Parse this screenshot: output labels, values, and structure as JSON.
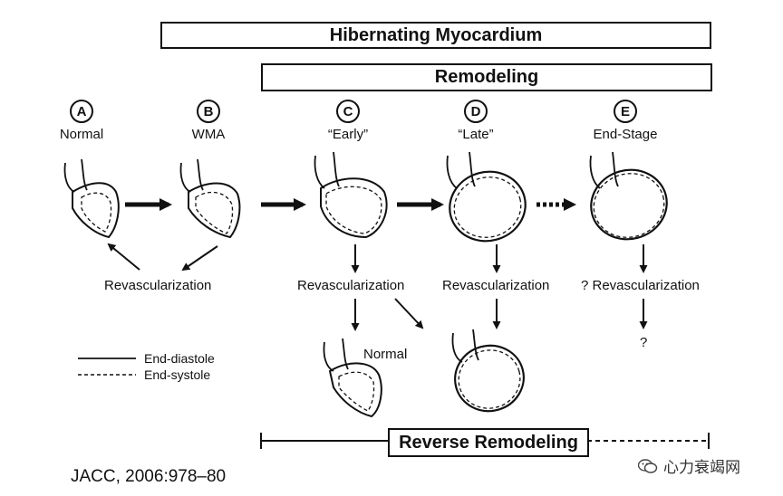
{
  "banners": {
    "hibernating": "Hibernating Myocardium",
    "remodeling": "Remodeling",
    "reverse_remodeling": "Reverse Remodeling"
  },
  "stages": [
    {
      "letter": "A",
      "label": "Normal"
    },
    {
      "letter": "B",
      "label": "WMA"
    },
    {
      "letter": "C",
      "label": "“Early”"
    },
    {
      "letter": "D",
      "label": "“Late”"
    },
    {
      "letter": "E",
      "label": "End-Stage"
    }
  ],
  "revascularization": {
    "ab": "Revascularization",
    "c": "Revascularization",
    "d": "Revascularization",
    "e": "? Revascularization",
    "e_outcome": "?",
    "c_outcome": "Normal"
  },
  "legend": {
    "diastole": "End-diastole",
    "systole": "End-systole"
  },
  "citation": "JACC, 2006:978–80",
  "watermark": "心力衰竭网",
  "icons": [
    "wechat-icon"
  ],
  "colors": {
    "ink": "#111111",
    "background": "#ffffff"
  }
}
